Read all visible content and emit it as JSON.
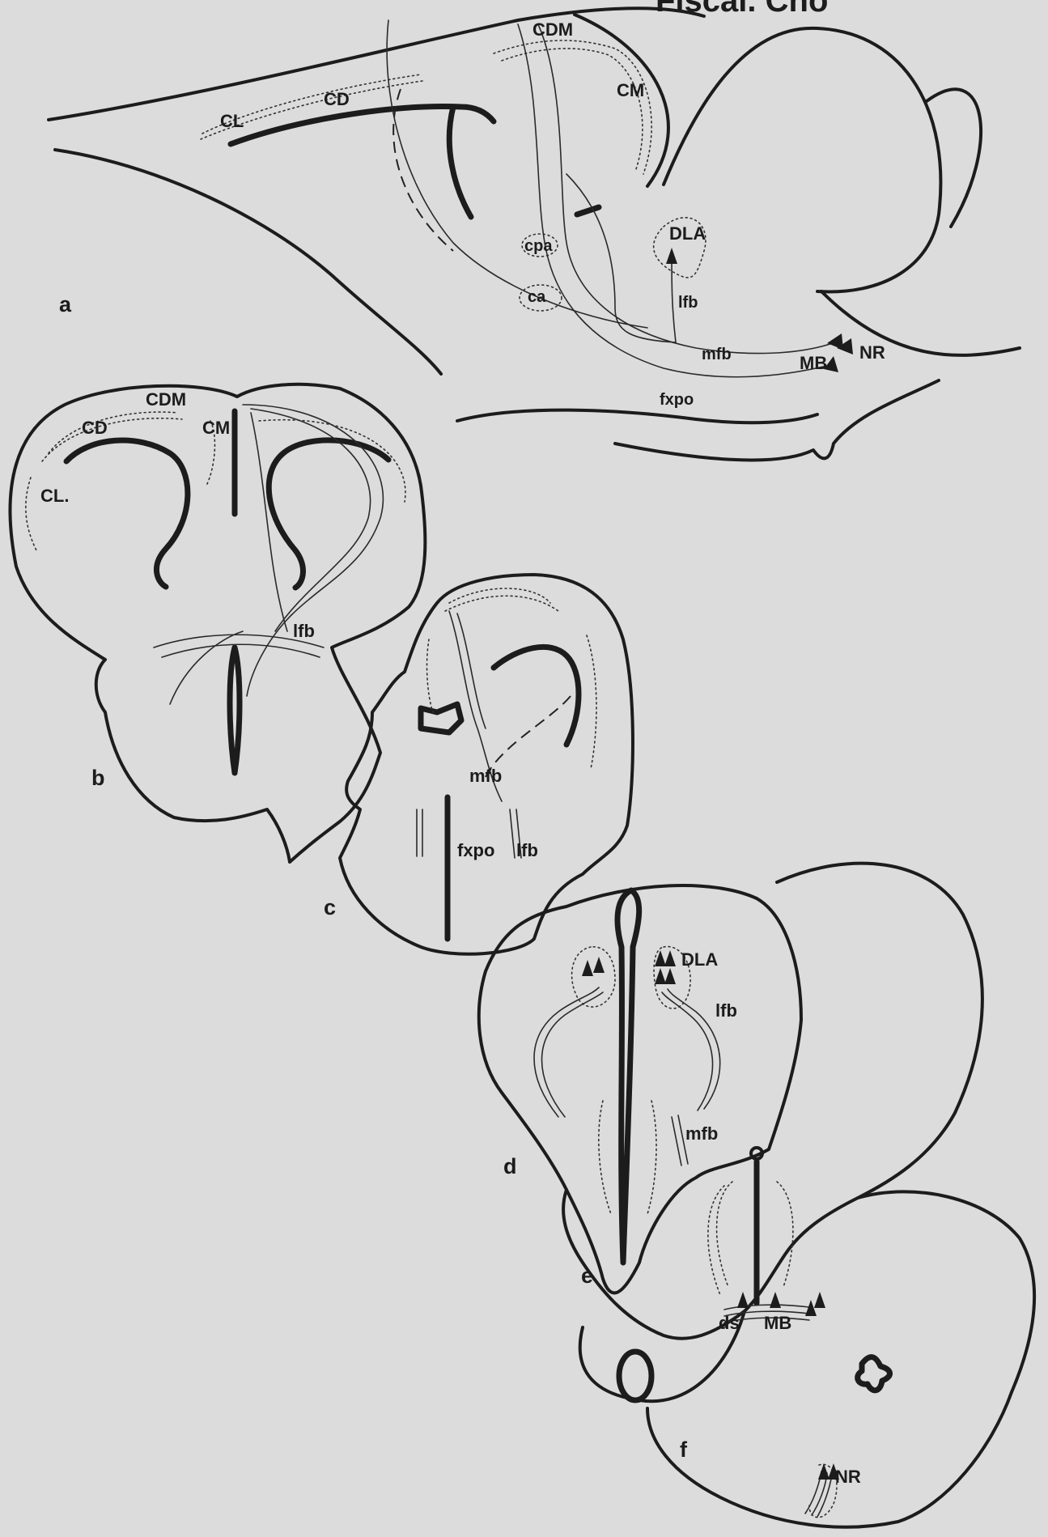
{
  "header": {
    "text": "Fiscal. Cho"
  },
  "panels": {
    "a": "a",
    "b": "b",
    "c": "c",
    "d": "d",
    "e": "e",
    "f": "f"
  },
  "labels": {
    "a": {
      "cdm": "CDM",
      "cd": "CD",
      "cm": "CM",
      "cl": "CL",
      "dla": "DLA",
      "cpa": "cpa",
      "ca": "ca",
      "lfb": "lfb",
      "mfb": "mfb",
      "mb": "MB",
      "nr": "NR",
      "fxpo": "fxpo"
    },
    "b": {
      "cdm": "CDM",
      "cd": "CD",
      "cm": "CM",
      "cl": "CL.",
      "lfb": "lfb"
    },
    "c": {
      "mfb": "mfb",
      "fxpo": "fxpo",
      "lfb": "lfb"
    },
    "d": {
      "dla": "DLA",
      "lfb": "lfb",
      "mfb": "mfb"
    },
    "e": {
      "ds": "ds",
      "mb": "MB"
    },
    "f": {
      "nr": "NR"
    }
  }
}
